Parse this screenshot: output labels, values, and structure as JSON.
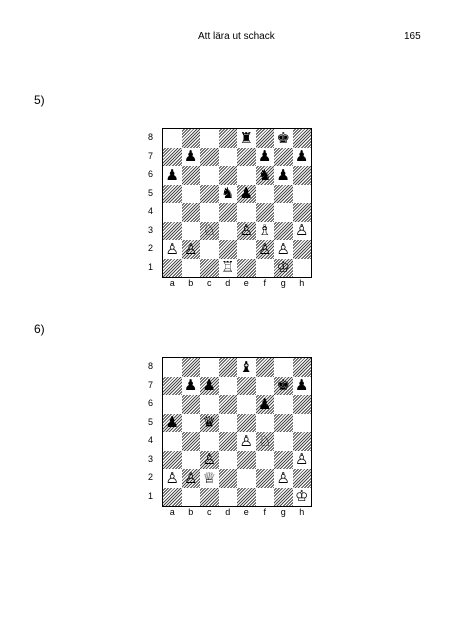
{
  "header": {
    "title": "Att lära ut schack",
    "page_number": "165"
  },
  "problems": [
    {
      "label": "5)",
      "ranks": [
        "8",
        "7",
        "6",
        "5",
        "4",
        "3",
        "2",
        "1"
      ],
      "files": [
        "a",
        "b",
        "c",
        "d",
        "e",
        "f",
        "g",
        "h"
      ],
      "pieces": {
        "e8": "♜",
        "g8": "♚",
        "b7": "♟",
        "f7": "♟",
        "h7": "♟",
        "a6": "♟",
        "f6": "♞",
        "g6": "♟",
        "d5": "♞",
        "e5": "♟",
        "c3": "♘",
        "e3": "♙",
        "f3": "♗",
        "h3": "♙",
        "a2": "♙",
        "b2": "♙",
        "f2": "♙",
        "g2": "♙",
        "d1": "♖",
        "g1": "♔"
      }
    },
    {
      "label": "6)",
      "ranks": [
        "8",
        "7",
        "6",
        "5",
        "4",
        "3",
        "2",
        "1"
      ],
      "files": [
        "a",
        "b",
        "c",
        "d",
        "e",
        "f",
        "g",
        "h"
      ],
      "pieces": {
        "e8": "♝",
        "b7": "♟",
        "c7": "♟",
        "g7": "♚",
        "h7": "♟",
        "f6": "♟",
        "a5": "♟",
        "c5": "♛",
        "e4": "♙",
        "f4": "♘",
        "c3": "♙",
        "h3": "♙",
        "a2": "♙",
        "b2": "♙",
        "c2": "♕",
        "g2": "♙",
        "h1": "♔"
      }
    }
  ]
}
